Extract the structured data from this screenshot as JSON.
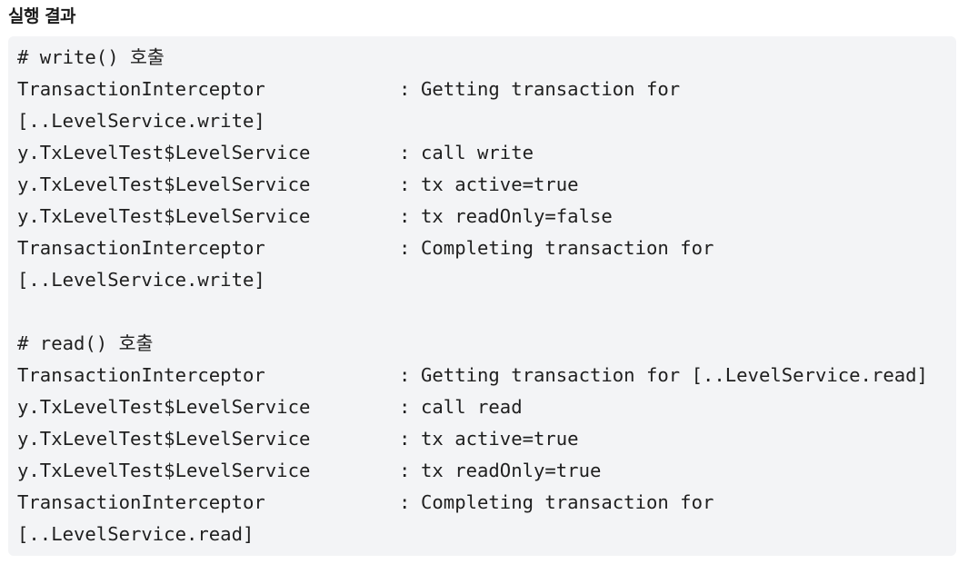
{
  "heading": "실행 결과",
  "lines": [
    {
      "kind": "comment",
      "text": "# write() 호출"
    },
    {
      "kind": "log",
      "source": "TransactionInterceptor",
      "message": "Getting transaction for"
    },
    {
      "kind": "cont",
      "text": "[..LevelService.write]"
    },
    {
      "kind": "log",
      "source": "y.TxLevelTest$LevelService",
      "message": "call write"
    },
    {
      "kind": "log",
      "source": "y.TxLevelTest$LevelService",
      "message": "tx active=true"
    },
    {
      "kind": "log",
      "source": "y.TxLevelTest$LevelService",
      "message": "tx readOnly=false"
    },
    {
      "kind": "log",
      "source": "TransactionInterceptor",
      "message": "Completing transaction for"
    },
    {
      "kind": "cont",
      "text": "[..LevelService.write]"
    },
    {
      "kind": "blank",
      "text": ""
    },
    {
      "kind": "comment",
      "text": "# read() 호출"
    },
    {
      "kind": "log",
      "source": "TransactionInterceptor",
      "message": "Getting transaction for [..LevelService.read]"
    },
    {
      "kind": "log",
      "source": "y.TxLevelTest$LevelService",
      "message": "call read"
    },
    {
      "kind": "log",
      "source": "y.TxLevelTest$LevelService",
      "message": "tx active=true"
    },
    {
      "kind": "log",
      "source": "y.TxLevelTest$LevelService",
      "message": "tx readOnly=true"
    },
    {
      "kind": "log",
      "source": "TransactionInterceptor",
      "message": "Completing transaction for"
    },
    {
      "kind": "cont",
      "text": "[..LevelService.read]"
    }
  ],
  "separator": ":"
}
